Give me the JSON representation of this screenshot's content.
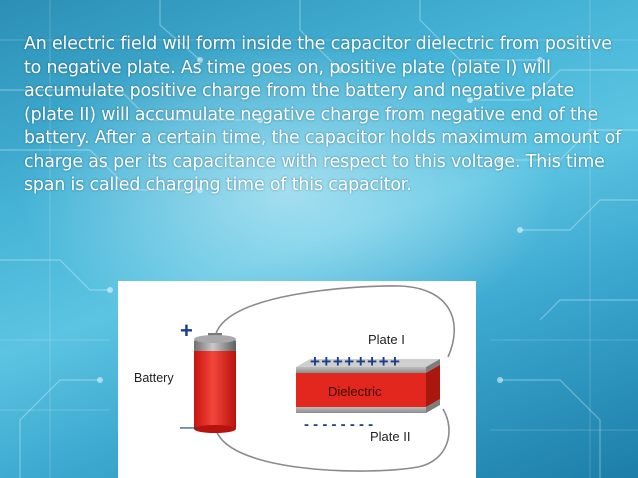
{
  "paragraph": "An electric field will form inside the capacitor dielectric from positive to negative plate. As time goes on, positive plate (plate I) will accumulate positive charge from the battery and negative plate (plate II) will accumulate negative charge from negative end of the battery. After a certain time, the capacitor holds maximum amount of charge as per its capacitance with respect to this voltage. This time span is called charging time of this capacitor.",
  "diagram": {
    "battery_label": "Battery",
    "plus_sign": "+",
    "minus_sign": "—",
    "plate1_label": "Plate I",
    "plate2_label": "Plate II",
    "positive_charges": "++++++++",
    "negative_charges": "- - - - - - - -",
    "dielectric_label": "Dielectric"
  },
  "colors": {
    "background": "#45b3d6",
    "text": "#ffffff",
    "battery_red": "#e8231a",
    "battery_cap": "#8a8a8a",
    "charge_blue": "#1a3e8a",
    "dielectric_red": "#d9241c",
    "plate_gray": "#9a9a9a"
  }
}
